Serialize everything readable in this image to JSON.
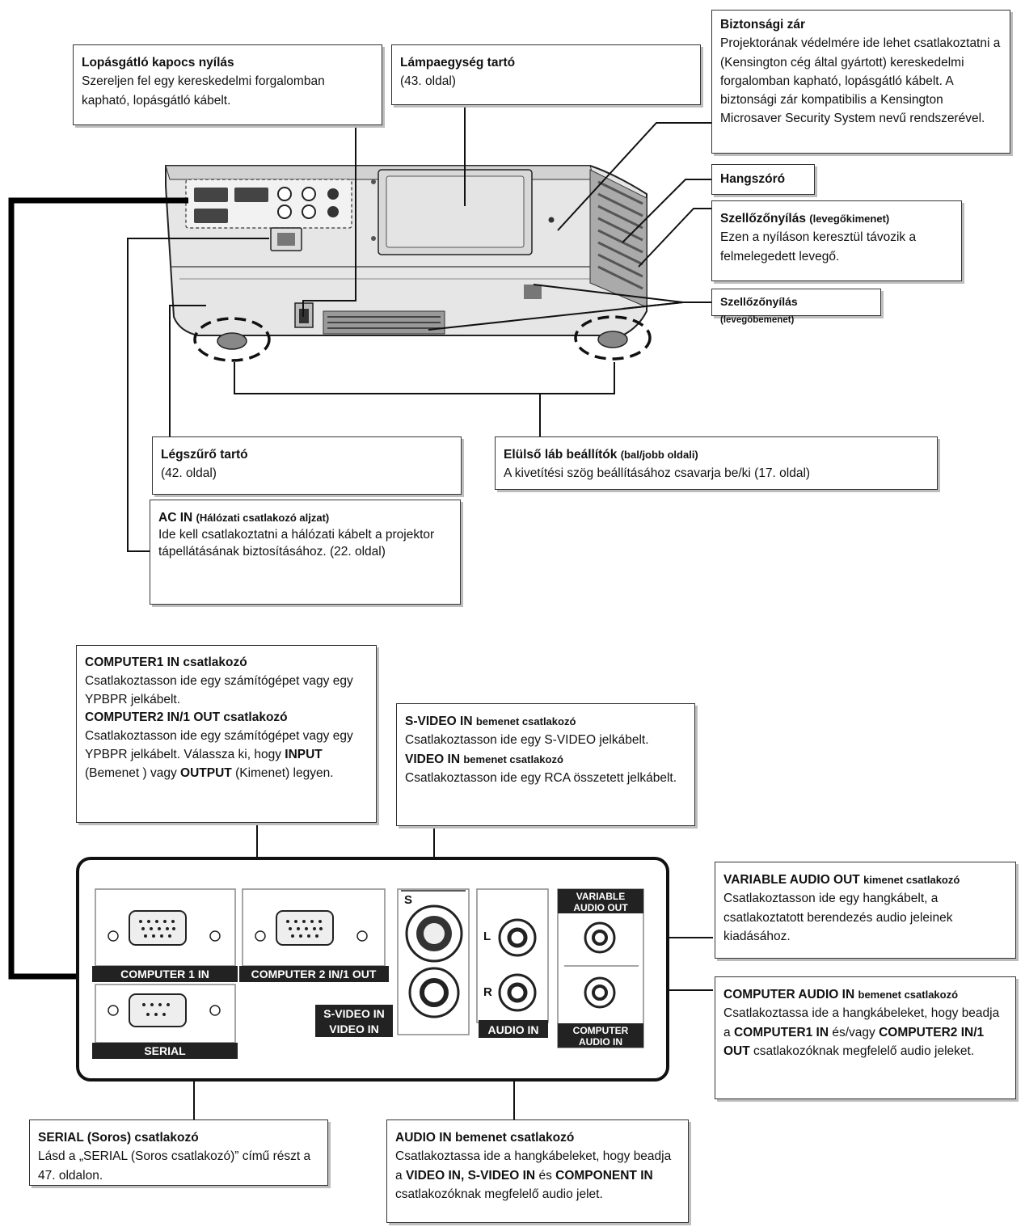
{
  "callouts": {
    "lopasgatlo": {
      "title": "Lopásgátló kapocs nyílás",
      "desc": "Szereljen fel egy kereskedelmi forgalomban kapható, lopásgátló kábelt."
    },
    "lampaegyseg": {
      "title": "Lámpaegység tartó",
      "desc": "(43. oldal)"
    },
    "biztonsagi": {
      "title": "Biztonsági zár",
      "desc": "Projektorának védelmére ide lehet csatlakoztatni a (Kensington cég által gyártott) kereskedelmi forgalomban kapható, lopásgátló kábelt. A biztonsági zár kompatibilis a Kensington Microsaver Security System nevű rendszerével."
    },
    "hangszoro": {
      "title": "Hangszóró"
    },
    "szellozo_ki": {
      "title": "Szellőzőnyílás",
      "title_small": "(levegőkimenet)",
      "desc": "Ezen a nyíláson keresztül távozik a felmelegedett levegő."
    },
    "szellozo_be": {
      "title": "Szellőzőnyílás",
      "title_small": "(levegőbemenet)"
    },
    "legszuro": {
      "title": "Légszűrő tartó",
      "desc": "(42. oldal)"
    },
    "elulso_lab": {
      "title": "Elülső láb beállítók",
      "title_small": "(bal/jobb oldali)",
      "desc": "A kivetítési szög beállításához csavarja be/ki (17. oldal)"
    },
    "ac_in": {
      "title": "AC IN",
      "title_small": "(Hálózati csatlakozó aljzat)",
      "desc": "Ide kell csatlakoztatni a hálózati kábelt a projektor tápellátásának biztosításához. (22. oldal)"
    },
    "computer": {
      "title1": "COMPUTER1 IN csatlakozó",
      "desc1": "Csatlakoztasson ide egy számítógépet vagy egy YPBPR jelkábelt.",
      "title2": "COMPUTER2 IN/1 OUT csatlakozó",
      "desc2a": "Csatlakoztasson ide egy számítógépet vagy egy YPBPR jelkábelt. Válassza ki, hogy",
      "input": "INPUT",
      "desc2b": "(Bemenet ) vagy",
      "output": "OUTPUT",
      "desc2c": "(Kimenet) legyen."
    },
    "svideo": {
      "title1": "S-VIDEO IN",
      "title1_small": "bemenet csatlakozó",
      "desc1": "Csatlakoztasson ide egy S-VIDEO jelkábelt.",
      "title2": "VIDEO IN",
      "title2_small": "bemenet csatlakozó",
      "desc2": "Csatlakoztasson ide egy RCA összetett jelkábelt."
    },
    "variable": {
      "title": "VARIABLE AUDIO OUT",
      "title_small": "kimenet csatlakozó",
      "desc": "Csatlakoztasson ide egy hangkábelt, a csatlakoztatott berendezés audio jeleinek kiadásához."
    },
    "comp_audio": {
      "title": "COMPUTER AUDIO IN",
      "title_small": "bemenet csatlakozó",
      "desc_a": "Csatlakoztassa ide a hangkábeleket, hogy beadja a",
      "b1": "COMPUTER1 IN",
      "desc_b": "és/vagy",
      "b2": "COMPUTER2 IN/1 OUT",
      "desc_c": "csatlakozóknak megfelelő audio jeleket."
    },
    "serial": {
      "title": "SERIAL (Soros) csatlakozó",
      "desc": "Lásd a „SERIAL (Soros csatlakozó)” című részt a 47. oldalon."
    },
    "audio_in": {
      "title": "AUDIO IN bemenet csatlakozó",
      "desc_a": "Csatlakoztassa ide a hangkábeleket, hogy beadja a",
      "b1": "VIDEO IN, S-VIDEO IN",
      "desc_b": "és",
      "b2": "COMPONENT IN",
      "desc_c": "csatlakozóknak megfelelő audio jelet."
    }
  },
  "panel": {
    "computer1": "COMPUTER 1 IN",
    "computer2": "COMPUTER 2 IN/1 OUT",
    "serial": "SERIAL",
    "svideo_label1": "S-VIDEO IN",
    "svideo_label2": "VIDEO IN",
    "audio_in": "AUDIO IN",
    "variable1": "VARIABLE",
    "variable2": "AUDIO OUT",
    "comp_audio1": "COMPUTER",
    "comp_audio2": "AUDIO IN",
    "s": "S",
    "l": "L",
    "r": "R"
  }
}
